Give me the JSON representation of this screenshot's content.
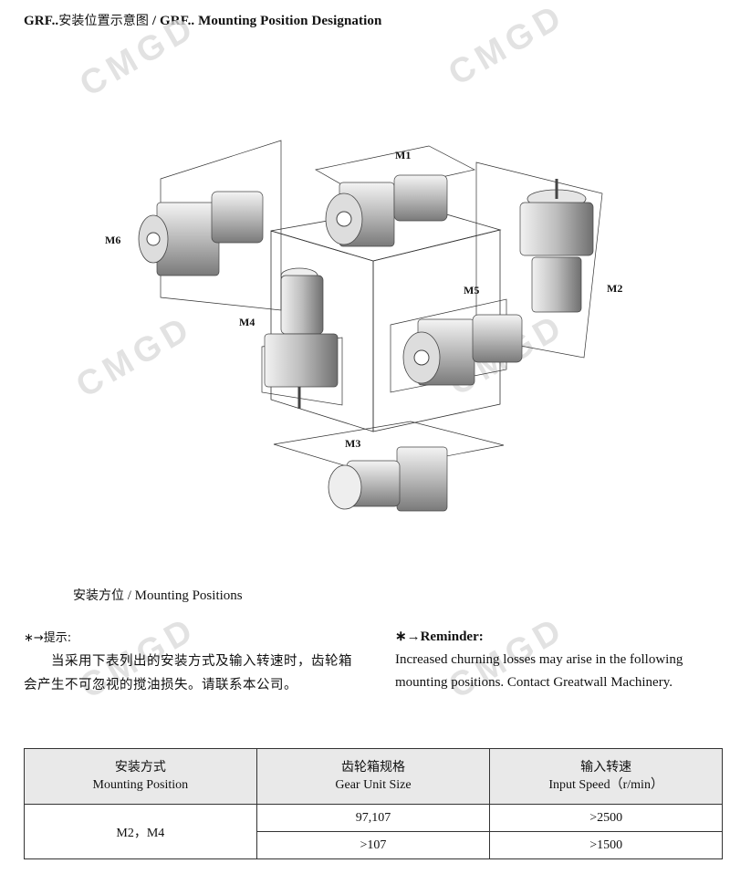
{
  "header": {
    "title_en_a": "GRF..",
    "title_cn": "安装位置示意图",
    "title_sep": "/",
    "title_en_b": "GRF.. Mounting Position Designation"
  },
  "watermark": {
    "text": "CMGD"
  },
  "diagram": {
    "labels": {
      "m1": "M1",
      "m2": "M2",
      "m3": "M3",
      "m4": "M4",
      "m5": "M5",
      "m6": "M6"
    }
  },
  "subheading": {
    "cn": "安装方位",
    "sep": "/",
    "en": "Mounting Positions"
  },
  "reminder_cn": {
    "heading": "∗→提示:",
    "body": "当采用下表列出的安装方式及输入转速时，齿轮箱会产生不可忽视的搅油损失。请联系本公司。"
  },
  "reminder_en": {
    "heading": "∗→Reminder:",
    "body": "Increased churning losses may arise in the following mounting positions. Contact Greatwall Machinery."
  },
  "table": {
    "headers": [
      {
        "cn": "安装方式",
        "en": "Mounting Position"
      },
      {
        "cn": "齿轮箱规格",
        "en": "Gear Unit Size"
      },
      {
        "cn": "输入转速",
        "en": "Input Speed（r/min）"
      }
    ],
    "group_label": "M2，M4",
    "rows": [
      {
        "size": "97,107",
        "speed": ">2500"
      },
      {
        "size": ">107",
        "speed": ">1500"
      }
    ]
  }
}
